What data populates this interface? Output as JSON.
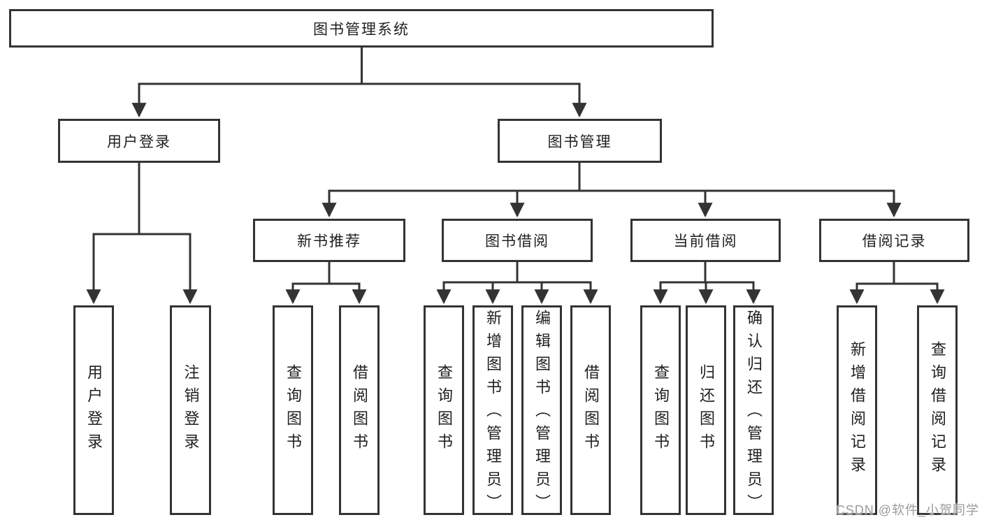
{
  "tree": {
    "root": "图书管理系统",
    "l2": [
      "用户登录",
      "图书管理"
    ],
    "l3": [
      "新书推荐",
      "图书借阅",
      "当前借阅",
      "借阅记录"
    ],
    "login_children": [
      "用户登录",
      "注销登录"
    ],
    "recommend_children": [
      "查询图书",
      "借阅图书"
    ],
    "borrow_children": [
      "查询图书",
      "新增图书（管理员）",
      "编辑图书（管理员）",
      "借阅图书"
    ],
    "current_children": [
      "查询图书",
      "归还图书",
      "确认归还（管理员）"
    ],
    "record_children": [
      "新增借阅记录",
      "查询借阅记录"
    ]
  },
  "watermark": "CSDN @软件_小贺同学",
  "colors": {
    "line": "#333333",
    "box_border": "#333333",
    "box_fill": "#ffffff",
    "text": "#1f1f1f",
    "watermark": "#9b9b9b",
    "background": "#ffffff"
  }
}
